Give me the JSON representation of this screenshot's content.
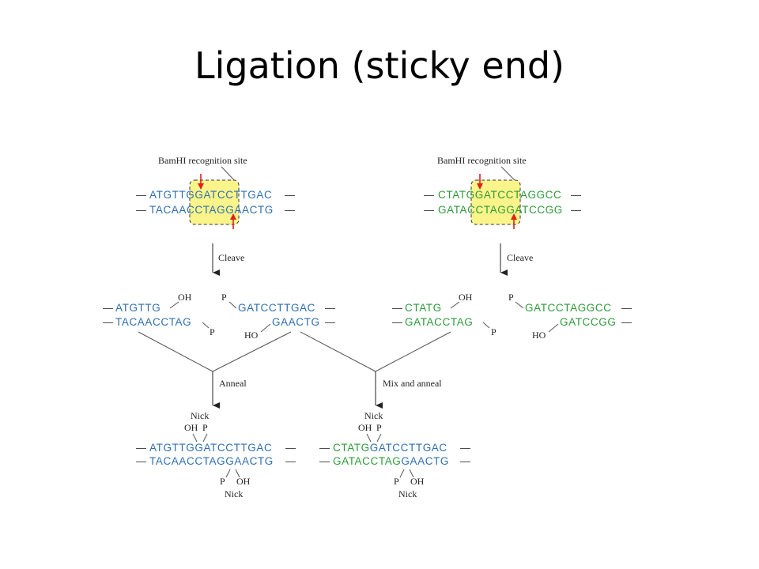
{
  "title": "Ligation (sticky end)",
  "colors": {
    "blue": "#2f6fb0",
    "green": "#2f9a3a",
    "highlight": "#fbf48a",
    "arrow_red": "#e0201b",
    "stroke": "#555555"
  },
  "labels": {
    "recognition_site": "BamHI recognition site",
    "cleave": "Cleave",
    "anneal": "Anneal",
    "mix_and_anneal": "Mix and anneal",
    "oh": "OH",
    "p": "P",
    "ho": "HO",
    "nick": "Nick",
    "dash": "—"
  },
  "dna_left": {
    "top_left": "ATGTT",
    "site_top": "GGATCC",
    "top_right": "TTGAC",
    "bottom_left": "TACAA",
    "site_bottom": "CCTAGG",
    "bottom_right": "AACTG"
  },
  "dna_right": {
    "top_left": "CTAT",
    "site_top": "GGATCC",
    "top_right": "TAGGCC",
    "bottom_left": "GATA",
    "site_bottom": "CCTAGG",
    "bottom_right": "ATCCGG"
  },
  "fragments": {
    "lf1_top": "ATGTTG",
    "lf1_bottom": "TACAACCTAG",
    "lf2_top": "GATCCTTGAC",
    "lf2_bottom": "GAACTG",
    "rf1_top": "CTATG",
    "rf1_bottom": "GATACCTAG",
    "rf2_top": "GATCCTAGGCC",
    "rf2_bottom": "GATCCGG"
  },
  "products": {
    "p1_top": "ATGTTGGATCCTTGAC",
    "p1_bottom": "TACAACCTAGGAACTG",
    "p2_top_a": "CTATG",
    "p2_top_b": "GATCCTTGAC",
    "p2_bottom_a": "GATACCTAG",
    "p2_bottom_b": "GAACTG"
  }
}
